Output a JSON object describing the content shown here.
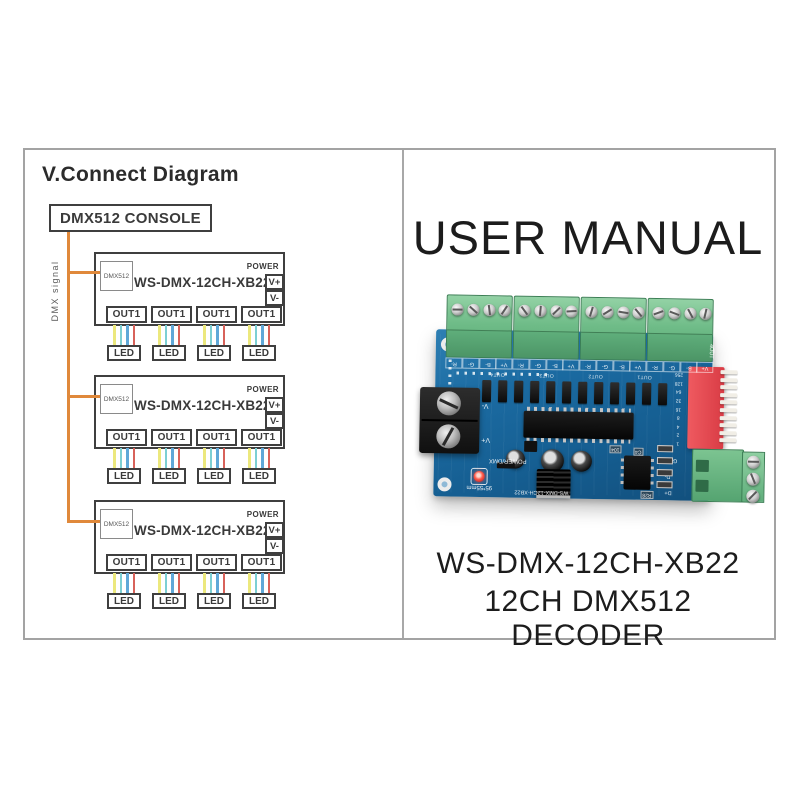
{
  "page": {
    "background": "#ffffff",
    "frame_border": "#a3a3a3"
  },
  "left_panel": {
    "title": "V.Connect Diagram",
    "console_label": "DMX512 CONSOLE",
    "signal_label": "DMX signal",
    "signal_color": "#e0893b",
    "wire_colors": [
      "#ece87d",
      "#7ccfd3",
      "#5fa8d8",
      "#d8625a"
    ],
    "decoders": [
      {
        "input_label": "DMX512",
        "model": "WS-DMX-12CH-XB22",
        "power_label": "POWER",
        "v_plus": "V+",
        "v_minus": "V-",
        "out_label": "OUT1",
        "led_label": "LED"
      },
      {
        "input_label": "DMX512",
        "model": "WS-DMX-12CH-XB22",
        "power_label": "POWER",
        "v_plus": "V+",
        "v_minus": "V-",
        "out_label": "OUT1",
        "led_label": "LED"
      },
      {
        "input_label": "DMX512",
        "model": "WS-DMX-12CH-XB22",
        "power_label": "POWER",
        "v_plus": "V+",
        "v_minus": "V-",
        "out_label": "OUT1",
        "led_label": "LED"
      }
    ]
  },
  "right_panel": {
    "heading": "USER MANUAL",
    "model_line1": "WS-DMX-12CH-XB22",
    "model_line2": "12CH DMX512 DECODER",
    "pcb": {
      "board_color": "#19639a",
      "terminal_color": "#6cbb86",
      "dip_color": "#e2494f",
      "channel_group_labels": [
        "R-",
        "G-",
        "B-",
        "V+"
      ],
      "channel_groups": 4,
      "out_labels": [
        "OUT4",
        "OUT3",
        "OUT2",
        "OUT1"
      ],
      "transistor_count": 12,
      "power_labels": [
        "V-",
        "V+"
      ],
      "led_label": "POWER/DMX",
      "dip_numbers": [
        "1",
        "2",
        "4",
        "8",
        "16",
        "32",
        "64",
        "128",
        "256"
      ],
      "dip_positions": 10,
      "comm_labels": [
        "GND",
        "D-",
        "D+"
      ],
      "size_text": "95*55mm",
      "board_text": "WS-DMX-12CH-XB22",
      "corner_label": "4OUT",
      "smd_labels": [
        "104",
        "C4",
        "R28"
      ]
    }
  }
}
